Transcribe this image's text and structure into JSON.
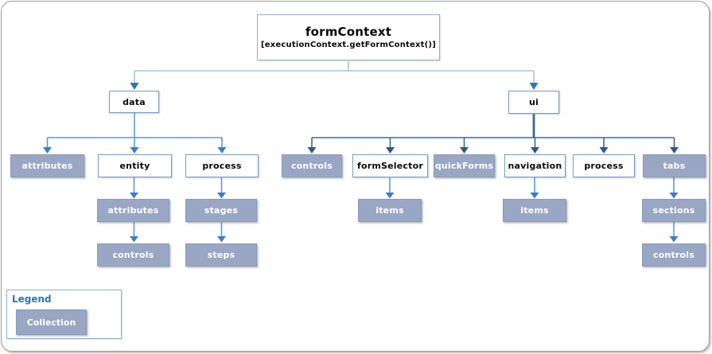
{
  "colors": {
    "collection_fill": "#99A7C5",
    "collection_text": "#FFFFFF",
    "box_border": "#7B9CC4",
    "root_border": "#8FB0D1",
    "connector_light": "#A3C4E4",
    "connector_medium": "#5B9BD5",
    "connector_dark": "#3A689A",
    "arrow_top": "#2E75B6",
    "arrow_medium": "#3D7CC9",
    "arrow_dark": "#2D5986",
    "legend_title": "#2E75B6",
    "outer_border": "#9E9E9E"
  },
  "diagram": {
    "root": {
      "label": "formContext",
      "sublabel": "[executionContext.getFormContext()]"
    },
    "branches": {
      "data": {
        "label": "data",
        "children": {
          "attributes": {
            "label": "attributes",
            "collection": true
          },
          "entity": {
            "label": "entity",
            "children": {
              "attributes": {
                "label": "attributes",
                "collection": true,
                "children": {
                  "controls": {
                    "label": "controls",
                    "collection": true
                  }
                }
              }
            }
          },
          "process": {
            "label": "process",
            "children": {
              "stages": {
                "label": "stages",
                "collection": true,
                "children": {
                  "steps": {
                    "label": "steps",
                    "collection": true
                  }
                }
              }
            }
          }
        }
      },
      "ui": {
        "label": "ui",
        "children": {
          "controls": {
            "label": "controls",
            "collection": true
          },
          "formSelector": {
            "label": "formSelector",
            "children": {
              "items": {
                "label": "items",
                "collection": true
              }
            }
          },
          "quickForms": {
            "label": "quickForms",
            "collection": true
          },
          "navigation": {
            "label": "navigation",
            "children": {
              "items": {
                "label": "items",
                "collection": true
              }
            }
          },
          "process": {
            "label": "process"
          },
          "tabs": {
            "label": "tabs",
            "collection": true,
            "children": {
              "sections": {
                "label": "sections",
                "collection": true,
                "children": {
                  "controls": {
                    "label": "controls",
                    "collection": true
                  }
                }
              }
            }
          }
        }
      }
    }
  },
  "legend": {
    "title": "Legend",
    "collection_label": "Collection"
  }
}
